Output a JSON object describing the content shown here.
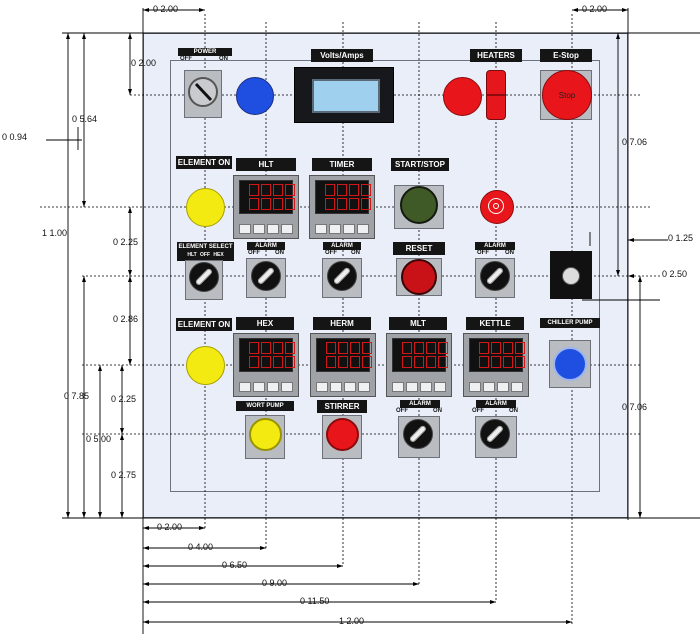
{
  "labels": {
    "power": "POWER",
    "power_off": "OFF",
    "power_on": "ON",
    "volts_amps": "Volts/Amps",
    "heaters": "HEATERS",
    "estop": "E-Stop",
    "stop": "Stop",
    "element_on_1": "ELEMENT ON",
    "hlt": "HLT",
    "timer": "TIMER",
    "start_stop": "START/STOP",
    "element_select": "ELEMENT SELECT",
    "es_hlt": "HLT",
    "es_off": "OFF",
    "es_hex": "HEX",
    "alarm": "ALARM",
    "off": "OFF",
    "on": "ON",
    "reset": "RESET",
    "element_on_2": "ELEMENT ON",
    "hex": "HEX",
    "herm": "HERM",
    "mlt": "MLT",
    "kettle": "KETTLE",
    "chiller_pump": "CHILLER PUMP",
    "wort_pump": "WORT PUMP",
    "stirrer": "STIRRER"
  },
  "dimensions": {
    "top_left": "0 2.00",
    "top_right": "0 2.00",
    "left_200": "0 2.00",
    "left_564": "0 5.64",
    "left_094": "0 0.94",
    "left_1100": "1 1.00",
    "left_225a": "0 2.25",
    "left_286": "0 2.86",
    "left_785": "0 7.85",
    "left_500": "0 5.00",
    "left_225b": "0 2.25",
    "left_275": "0 2.75",
    "right_706a": "0 7.06",
    "right_125": "0 1.25",
    "right_250": "0 2.50",
    "right_706b": "0 7.06",
    "bot_200": "0 2.00",
    "bot_400": "0 4.00",
    "bot_650": "0 6.50",
    "bot_900": "0 9.00",
    "bot_1150": "0 11.50",
    "bot_1200": "1 2.00"
  },
  "colors": {
    "panel": "#e9eef8",
    "blue_lamp": "#1e4fe0",
    "red_lamp": "#e8161b",
    "yellow_lamp": "#f2ea10",
    "green_button": "#3f5a26",
    "display": "#9fd0ee"
  }
}
